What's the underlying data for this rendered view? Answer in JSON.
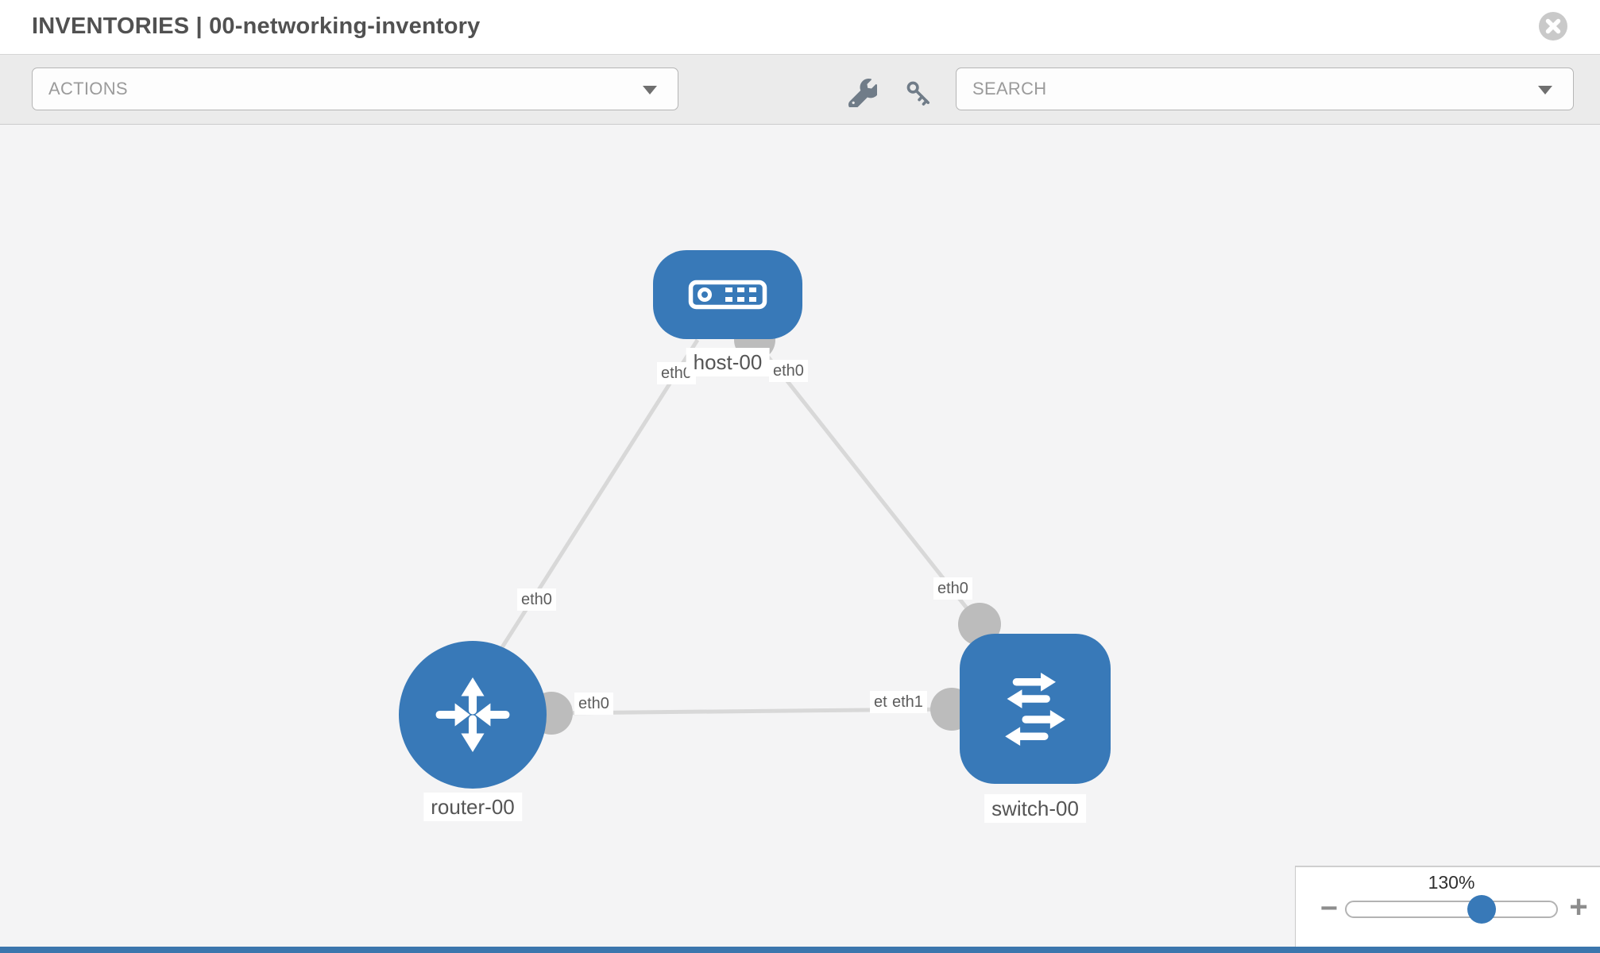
{
  "header": {
    "title": "INVENTORIES | 00-networking-inventory"
  },
  "toolbar": {
    "actions_label": "ACTIONS",
    "search_placeholder": "SEARCH",
    "icons": [
      "wrench-icon",
      "key-icon"
    ]
  },
  "diagram": {
    "nodes": [
      {
        "label": "host-00",
        "type": "host"
      },
      {
        "label": "router-00",
        "type": "router"
      },
      {
        "label": "switch-00",
        "type": "switch"
      }
    ],
    "links": [
      {
        "from": "host-00",
        "to": "router-00"
      },
      {
        "from": "host-00",
        "to": "switch-00"
      },
      {
        "from": "router-00",
        "to": "switch-00"
      }
    ],
    "interface_labels": [
      {
        "text": "eth0",
        "position": "host-left"
      },
      {
        "text": "eth0",
        "position": "host-right"
      },
      {
        "text": "eth0",
        "position": "router-top"
      },
      {
        "text": "eth0",
        "position": "switch-top"
      },
      {
        "text": "eth0",
        "position": "router-right"
      },
      {
        "text": "eth0",
        "position": "switch-left-back"
      },
      {
        "text": "eth1",
        "position": "switch-left-front"
      }
    ],
    "node_color": "#3879b8",
    "link_color": "#d8d8d8",
    "interface_dot_color": "#bcbcbc"
  },
  "zoom_control": {
    "value": "130%",
    "minus_label": "−",
    "plus_label": "+"
  }
}
